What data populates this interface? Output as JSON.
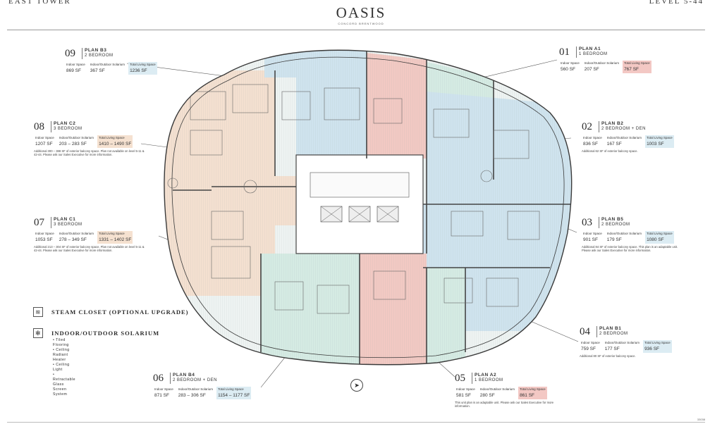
{
  "header": {
    "tower": "EAST TOWER",
    "levels": "LEVEL 5-44",
    "brand": "OASIS",
    "developer": "CONCORD BRENTWOOD"
  },
  "colors": {
    "blue": "#cfe3ee",
    "peach": "#f4e0d0",
    "pink": "#f2c9c3",
    "green": "#d5ebe3",
    "core": "#ffffff",
    "outline": "#3a3a3a"
  },
  "plans": [
    {
      "num": "09",
      "plan": "PLAN B3",
      "type": "2 BEDROOM",
      "indoor_label": "Indoor Space",
      "indoor": "869 SF",
      "solarium_label": "Indoor/Outdoor Solarium",
      "solarium": "367 SF",
      "total_label": "Total Living Space",
      "total": "1236 SF",
      "note": ""
    },
    {
      "num": "01",
      "plan": "PLAN A1",
      "type": "1 BEDROOM",
      "indoor_label": "Indoor Space",
      "indoor": "560 SF",
      "solarium_label": "Indoor/Outdoor Solarium",
      "solarium": "207 SF",
      "total_label": "Total Living Space",
      "total": "767 SF",
      "note": ""
    },
    {
      "num": "08",
      "plan": "PLAN C2",
      "type": "3 BEDROOM",
      "indoor_label": "Indoor Space",
      "indoor": "1207 SF",
      "solarium_label": "Indoor/Outdoor Solarium",
      "solarium": "203 – 283 SF",
      "total_label": "Total Living Space",
      "total": "1410 – 1490 SF",
      "note": "Additional 300 – 388 SF of exterior balcony space. Plan not available on level 5-11 & 42-44. Please ask our Sales Executive for more information."
    },
    {
      "num": "02",
      "plan": "PLAN B2",
      "type": "2 BEDROOM + DEN",
      "indoor_label": "Indoor Space",
      "indoor": "836 SF",
      "solarium_label": "Indoor/Outdoor Solarium",
      "solarium": "167 SF",
      "total_label": "Total Living Space",
      "total": "1003 SF",
      "note": "Additional 62 SF of exterior balcony space."
    },
    {
      "num": "07",
      "plan": "PLAN C1",
      "type": "3 BEDROOM",
      "indoor_label": "Indoor Space",
      "indoor": "1053 SF",
      "solarium_label": "Indoor/Outdoor Solarium",
      "solarium": "278 – 349 SF",
      "total_label": "Total Living Space",
      "total": "1331 – 1402 SF",
      "note": "Additional 213 – 304 SF of exterior balcony space. Plan not available on level 5-11 & 42-44. Please ask our Sales Executive for more information."
    },
    {
      "num": "03",
      "plan": "PLAN B5",
      "type": "2 BEDROOM",
      "indoor_label": "Indoor Space",
      "indoor": "901 SF",
      "solarium_label": "Indoor/Outdoor Solarium",
      "solarium": "179 SF",
      "total_label": "Total Living Space",
      "total": "1080 SF",
      "note": "Additional 84 SF of exterior balcony space. This plan is an adaptable unit. Please ask our Sales Executive for more information."
    },
    {
      "num": "04",
      "plan": "PLAN B1",
      "type": "2 BEDROOM",
      "indoor_label": "Indoor Space",
      "indoor": "759 SF",
      "solarium_label": "Indoor/Outdoor Solarium",
      "solarium": "177 SF",
      "total_label": "Total Living Space",
      "total": "936 SF",
      "note": "Additional 80 SF of exterior balcony space."
    },
    {
      "num": "06",
      "plan": "PLAN B4",
      "type": "2 BEDROOM + DEN",
      "indoor_label": "Indoor Space",
      "indoor": "871 SF",
      "solarium_label": "Indoor/Outdoor Solarium",
      "solarium": "283 – 306 SF",
      "total_label": "Total Living Space",
      "total": "1154 – 1177 SF",
      "note": ""
    },
    {
      "num": "05",
      "plan": "PLAN A2",
      "type": "1 BEDROOM",
      "indoor_label": "Indoor Space",
      "indoor": "581 SF",
      "solarium_label": "Indoor/Outdoor Solarium",
      "solarium": "280 SF",
      "total_label": "Total Living Space",
      "total": "861 SF",
      "note": "This unit plan is an adaptable unit. Please ask our Sales Executive for more information."
    }
  ],
  "legend": {
    "steam": "STEAM CLOSET (OPTIONAL UPGRADE)",
    "steam_icon": "steam-icon",
    "solarium": "INDOOR/OUTDOOR SOLARIUM",
    "solarium_icon": "solarium-icon",
    "features": [
      "Tiled Flooring",
      "Ceiling Radiant Heater",
      "Ceiling Light",
      "Retractable Glass Screen System"
    ]
  },
  "compass_icon": "north-arrow-icon",
  "footer_code": "33038"
}
